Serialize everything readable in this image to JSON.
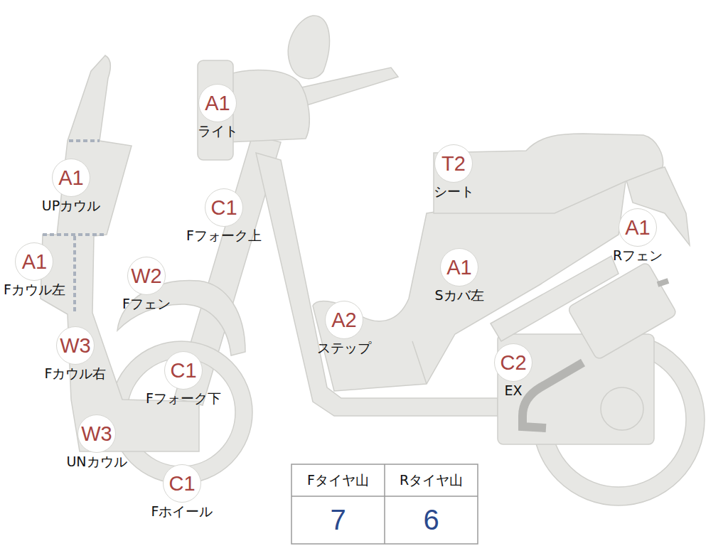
{
  "diagram": {
    "nodes": [
      {
        "text": [
          "A1",
          "UPカウル"
        ]
      },
      {
        "text": [
          "A1",
          "ライト"
        ]
      },
      {
        "text": [
          "C1",
          "Fフォーク上"
        ]
      },
      {
        "text": [
          "T2",
          "シート"
        ]
      },
      {
        "text": [
          "A1",
          "Rフェン"
        ]
      },
      {
        "text": [
          "A1",
          "Fカウル左"
        ]
      },
      {
        "text": [
          "W2",
          "Fフェン"
        ]
      },
      {
        "text": [
          "A1",
          "Sカバ左"
        ]
      },
      {
        "text": [
          "A2",
          "ステップ"
        ]
      },
      {
        "text": [
          "W3",
          "Fカウル右"
        ]
      },
      {
        "text": [
          "C1",
          "Fフォーク下"
        ]
      },
      {
        "text": [
          "C2",
          "EX"
        ]
      },
      {
        "text": [
          "W3",
          "UNカウル"
        ]
      },
      {
        "text": [
          "C1",
          "Fホイール"
        ]
      }
    ],
    "labels": [
      "Fタイヤ山",
      "Rタイヤ山",
      "7",
      "6"
    ]
  }
}
